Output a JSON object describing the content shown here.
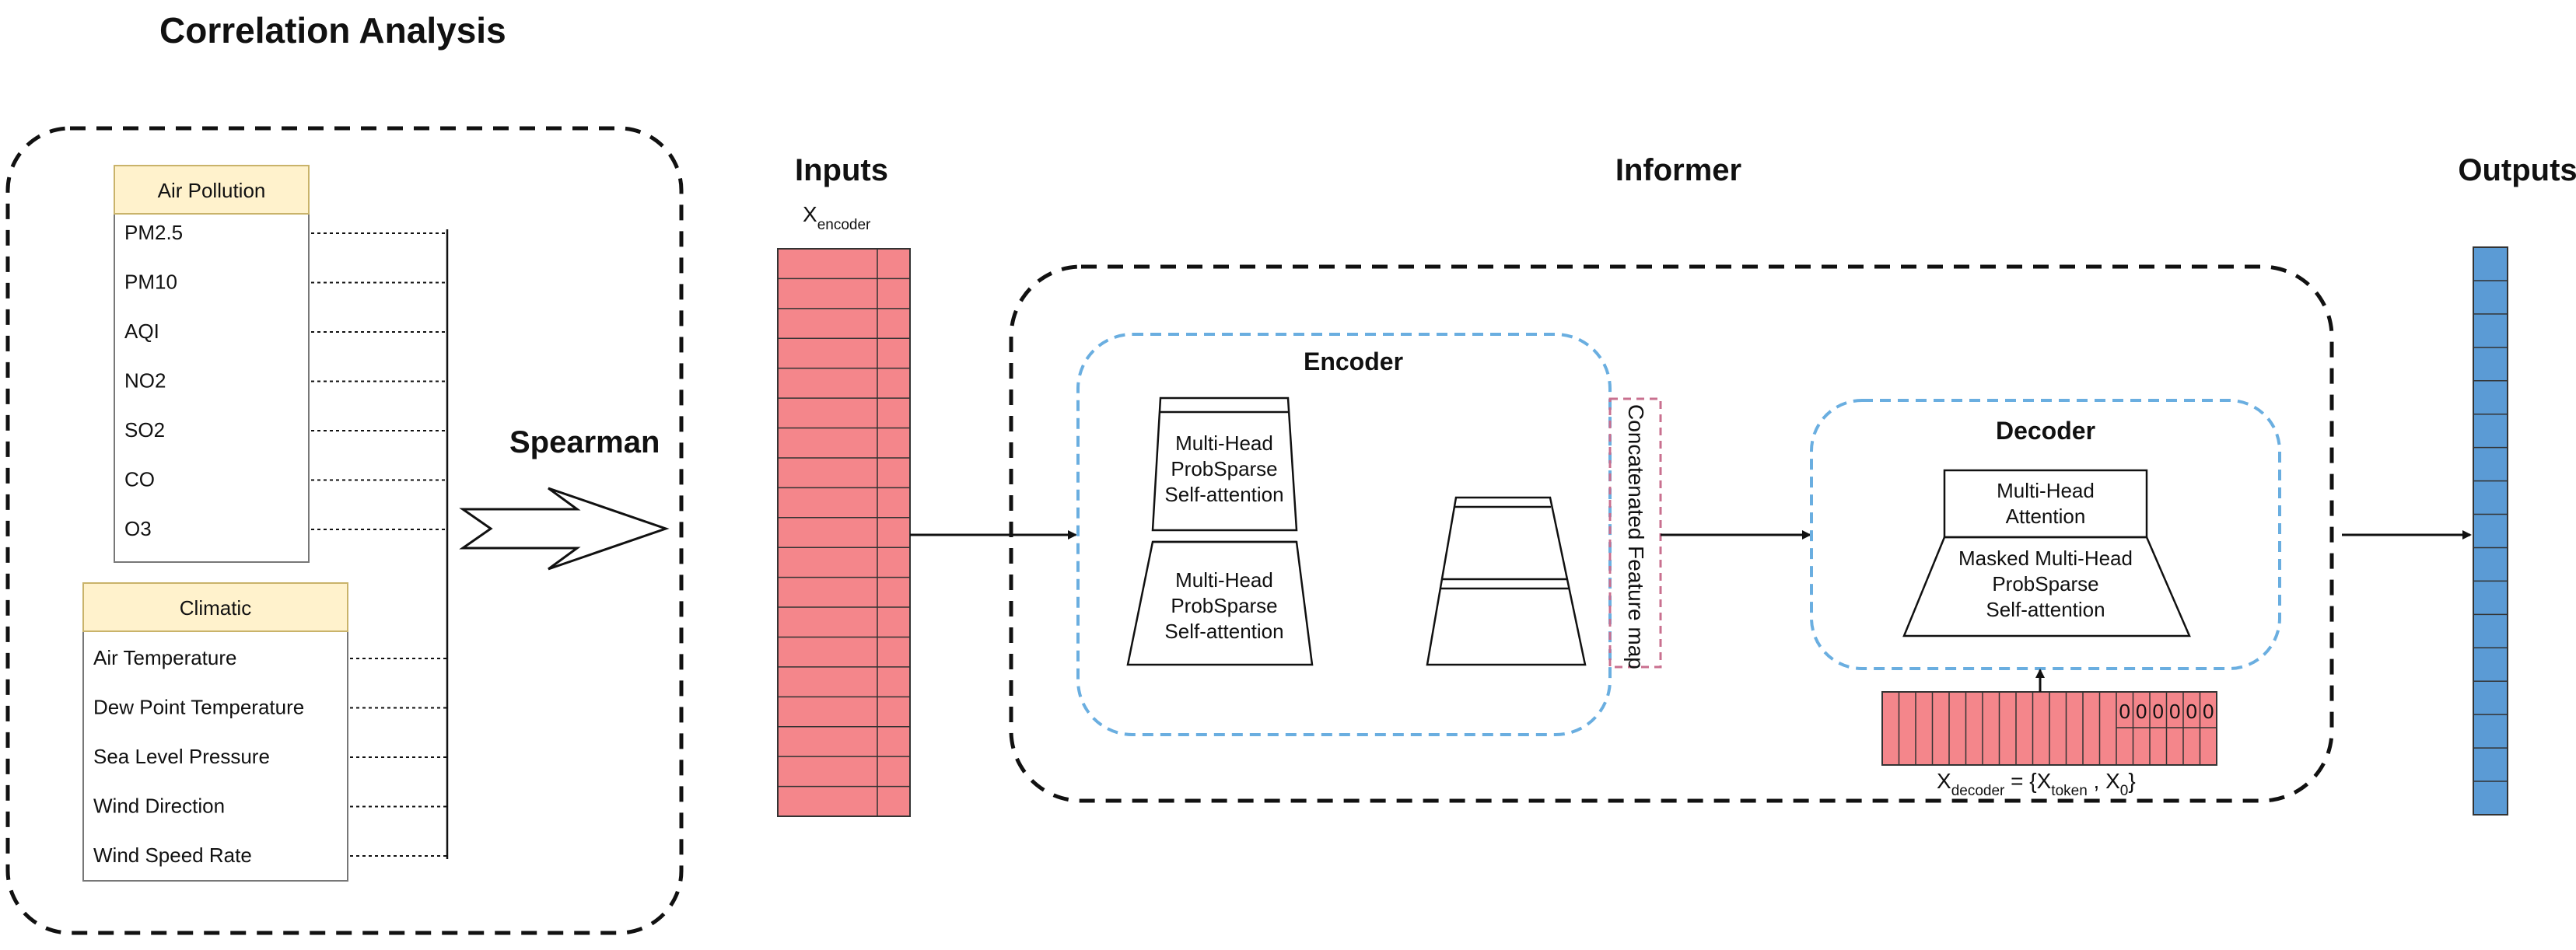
{
  "title": "Correlation Analysis",
  "air_pollution": {
    "header": "Air Pollution",
    "items": [
      "PM2.5",
      "PM10",
      "AQI",
      "NO2",
      "SO2",
      "CO",
      "O3"
    ]
  },
  "climatic": {
    "header": "Climatic",
    "items": [
      "Air Temperature",
      "Dew Point Temperature",
      "Sea Level Pressure",
      "Wind Direction",
      "Wind Speed Rate"
    ]
  },
  "spearman": "Spearman",
  "inputs": {
    "title": "Inputs",
    "var_main": "X",
    "var_sub": "encoder",
    "cells": 19,
    "color": "#f4868b"
  },
  "informer": {
    "title": "Informer"
  },
  "encoder": {
    "title": "Encoder",
    "block1": [
      "Multi-Head",
      "ProbSparse",
      "Self-attention"
    ],
    "block2": [
      "Multi-Head",
      "ProbSparse",
      "Self-attention"
    ]
  },
  "feature_map": "Concatenated Feature map",
  "decoder": {
    "title": "Decoder",
    "attention": [
      "Multi-Head",
      "Attention"
    ],
    "masked": [
      "Masked Multi-Head",
      "ProbSparse",
      "Self-attention"
    ],
    "zeros": [
      "0",
      "0",
      "0",
      "0",
      "0",
      "0"
    ],
    "formula": {
      "x": "X",
      "x_sub": "decoder",
      "eq": " = {X",
      "token_sub": "token",
      "comma": " , X",
      "zero_sub": "0",
      "close": "}"
    }
  },
  "outputs": {
    "title": "Outputs",
    "cells": 17,
    "color": "#5b9bd5"
  }
}
